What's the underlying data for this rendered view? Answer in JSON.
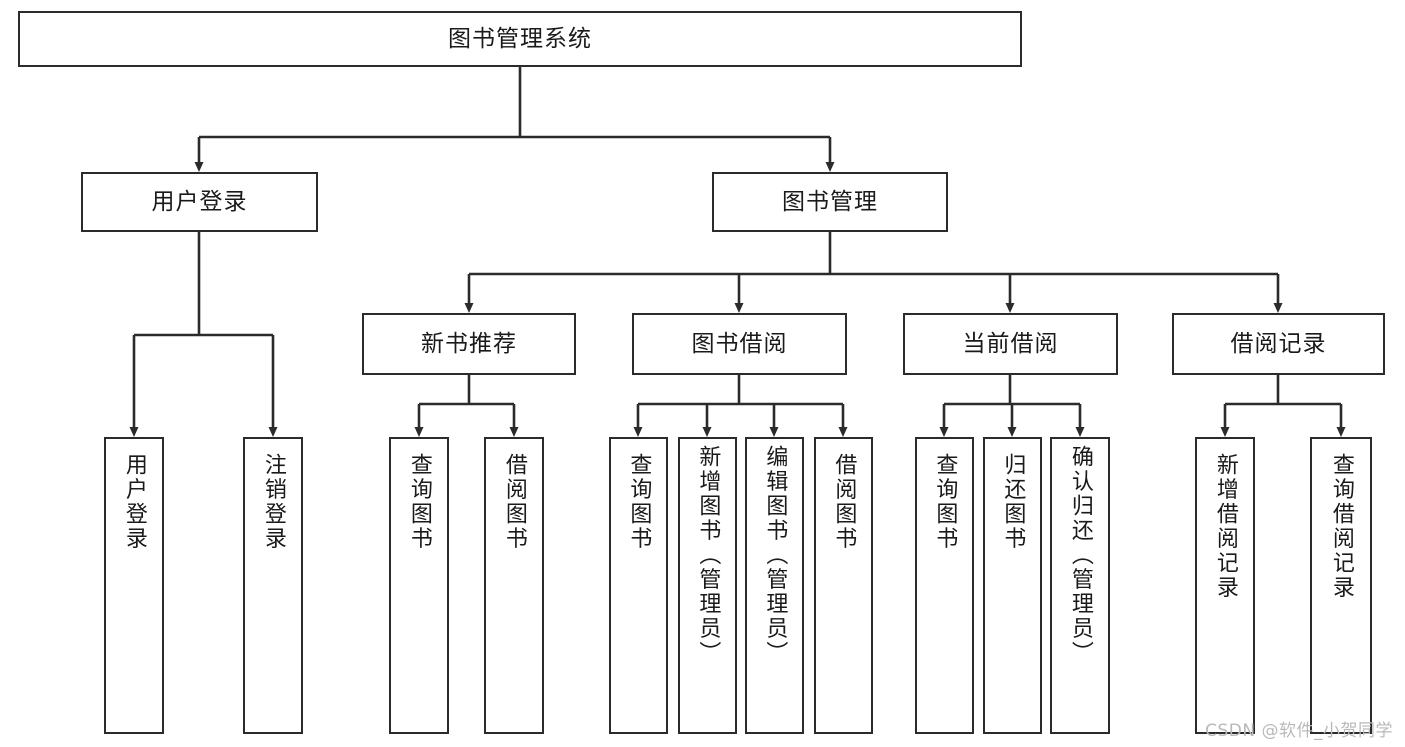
{
  "diagram": {
    "type": "tree-hierarchy-chart",
    "title": "图书管理系统",
    "root": {
      "id": "root",
      "label": "图书管理系统"
    },
    "level1": [
      {
        "id": "user-login",
        "label": "用户登录"
      },
      {
        "id": "book-management",
        "label": "图书管理"
      }
    ],
    "level2": [
      {
        "id": "new-book-recommend",
        "label": "新书推荐",
        "parent": "book-management"
      },
      {
        "id": "book-borrow",
        "label": "图书借阅",
        "parent": "book-management"
      },
      {
        "id": "current-borrow",
        "label": "当前借阅",
        "parent": "book-management"
      },
      {
        "id": "borrow-record",
        "label": "借阅记录",
        "parent": "book-management"
      }
    ],
    "leaves": [
      {
        "id": "leaf-user-login",
        "label": "用户登录",
        "parent": "user-login"
      },
      {
        "id": "leaf-logout",
        "label": "注销登录",
        "parent": "user-login"
      },
      {
        "id": "leaf-query-book-1",
        "label": "查询图书",
        "parent": "new-book-recommend"
      },
      {
        "id": "leaf-borrow-book-1",
        "label": "借阅图书",
        "parent": "new-book-recommend"
      },
      {
        "id": "leaf-query-book-2",
        "label": "查询图书",
        "parent": "book-borrow"
      },
      {
        "id": "leaf-add-book",
        "label": "新增图书（管理员）",
        "parent": "book-borrow"
      },
      {
        "id": "leaf-edit-book",
        "label": "编辑图书（管理员）",
        "parent": "book-borrow"
      },
      {
        "id": "leaf-borrow-book-2",
        "label": "借阅图书",
        "parent": "book-borrow"
      },
      {
        "id": "leaf-query-book-3",
        "label": "查询图书",
        "parent": "current-borrow"
      },
      {
        "id": "leaf-return-book",
        "label": "归还图书",
        "parent": "current-borrow"
      },
      {
        "id": "leaf-confirm-return",
        "label": "确认归还（管理员）",
        "parent": "current-borrow"
      },
      {
        "id": "leaf-add-record",
        "label": "新增借阅记录",
        "parent": "borrow-record"
      },
      {
        "id": "leaf-query-record",
        "label": "查询借阅记录",
        "parent": "borrow-record"
      }
    ],
    "colors": {
      "stroke": "#2b2b2b",
      "fill": "#ffffff",
      "text": "#1a1a1a",
      "watermark": "#b9b9b9"
    }
  },
  "watermark": {
    "text": "CSDN @软件_小贺同学"
  }
}
